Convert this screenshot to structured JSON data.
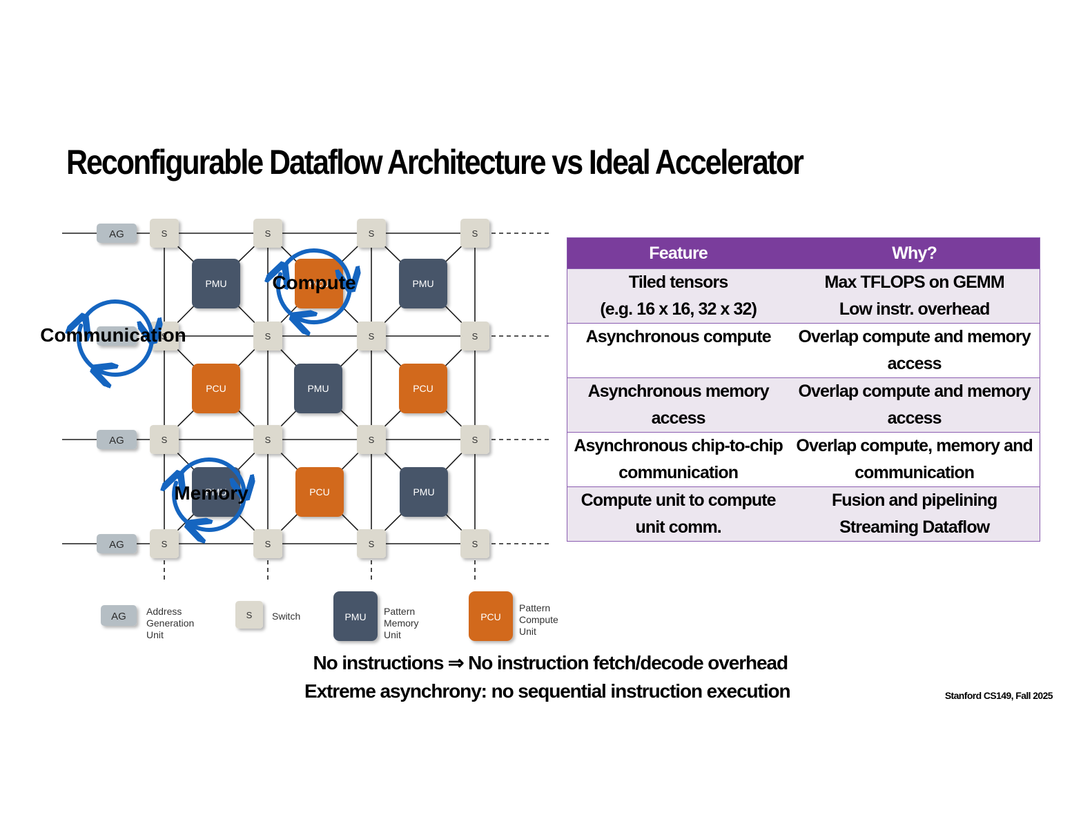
{
  "title": "Reconfigurable Dataflow Architecture vs Ideal Accelerator",
  "diagram": {
    "switch_label": "S",
    "ag_label": "AG",
    "pmu_label": "PMU",
    "pcu_label": "PCU",
    "callouts": {
      "compute": "Compute",
      "communication": "Communication",
      "memory": "Memory"
    },
    "legend": {
      "ag": "AG",
      "ag_desc": [
        "Address",
        "Generation",
        "Unit"
      ],
      "s": "S",
      "s_desc": "Switch",
      "pmu": "PMU",
      "pmu_desc": [
        "Pattern",
        "Memory",
        "Unit"
      ],
      "pcu": "PCU",
      "pcu_desc": [
        "Pattern",
        "Compute",
        "Unit"
      ]
    },
    "colors": {
      "pmu": "#475569",
      "pcu": "#d2691e",
      "switch": "#dcd9ce",
      "ag": "#b5bec4",
      "arrow": "#1565c0"
    }
  },
  "table": {
    "headers": [
      "Feature",
      "Why?"
    ],
    "rows": [
      {
        "feature": [
          "Tiled tensors",
          "(e.g. 16 x 16, 32 x 32)"
        ],
        "why": [
          "Max TFLOPS on GEMM",
          "Low instr. overhead"
        ]
      },
      {
        "feature": [
          "Asynchronous compute"
        ],
        "why": [
          "Overlap compute and memory",
          "access"
        ]
      },
      {
        "feature": [
          "Asynchronous memory",
          "access"
        ],
        "why": [
          "Overlap compute and memory",
          "access"
        ]
      },
      {
        "feature": [
          "Asynchronous chip-to-chip",
          "communication"
        ],
        "why": [
          "Overlap compute, memory and",
          "communication"
        ]
      },
      {
        "feature": [
          "Compute unit to compute",
          "unit comm."
        ],
        "why": [
          "Fusion and pipelining",
          "Streaming Dataflow"
        ]
      }
    ],
    "colors": {
      "header": "#7a3d9c",
      "stripe": "#ece6ef",
      "border": "#8a5cb0"
    }
  },
  "notes": [
    "No instructions ⇒ No instruction fetch/decode overhead",
    "Extreme asynchrony: no sequential instruction execution"
  ],
  "credit": "Stanford CS149, Fall 2025"
}
